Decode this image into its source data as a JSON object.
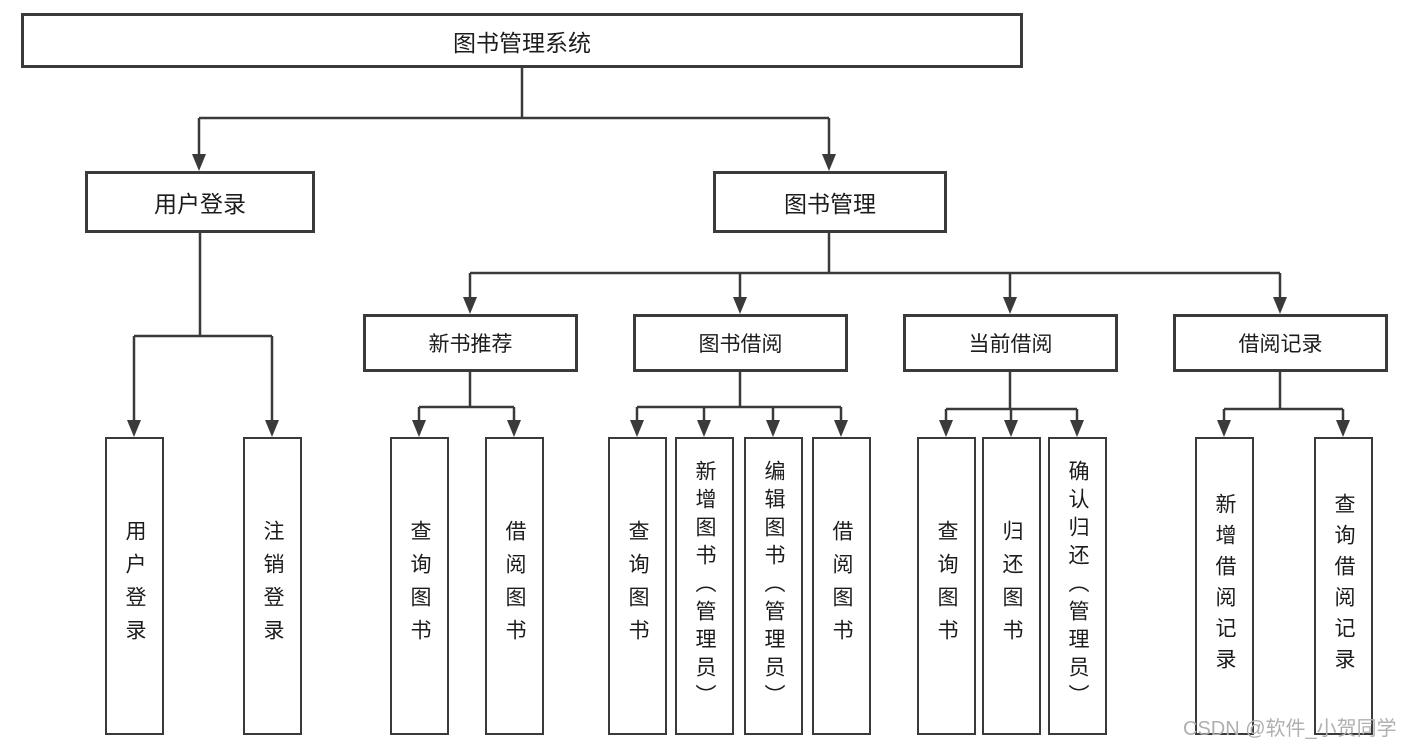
{
  "diagram": {
    "root": {
      "label": "图书管理系统"
    },
    "level2": [
      {
        "label": "用户登录"
      },
      {
        "label": "图书管理"
      }
    ],
    "level3": [
      {
        "label": "新书推荐"
      },
      {
        "label": "图书借阅"
      },
      {
        "label": "当前借阅"
      },
      {
        "label": "借阅记录"
      }
    ],
    "leaves": {
      "user_login": [
        {
          "label": "用户登录"
        },
        {
          "label": "注销登录"
        }
      ],
      "new_book": [
        {
          "label": "查询图书"
        },
        {
          "label": "借阅图书"
        }
      ],
      "book_borrow": [
        {
          "label": "查询图书"
        },
        {
          "label": "新增图书（管理员）"
        },
        {
          "label": "编辑图书（管理员）"
        },
        {
          "label": "借阅图书"
        }
      ],
      "current_borrow": [
        {
          "label": "查询图书"
        },
        {
          "label": "归还图书"
        },
        {
          "label": "确认归还（管理员）"
        }
      ],
      "borrow_record": [
        {
          "label": "新增借阅记录"
        },
        {
          "label": "查询借阅记录"
        }
      ]
    }
  },
  "watermark": {
    "text": "CSDN @软件_小贺同学"
  },
  "colors": {
    "line": "#3a3a3a",
    "text": "#1c1c1c",
    "watermark": "#b0b0b0",
    "background": "#ffffff"
  }
}
